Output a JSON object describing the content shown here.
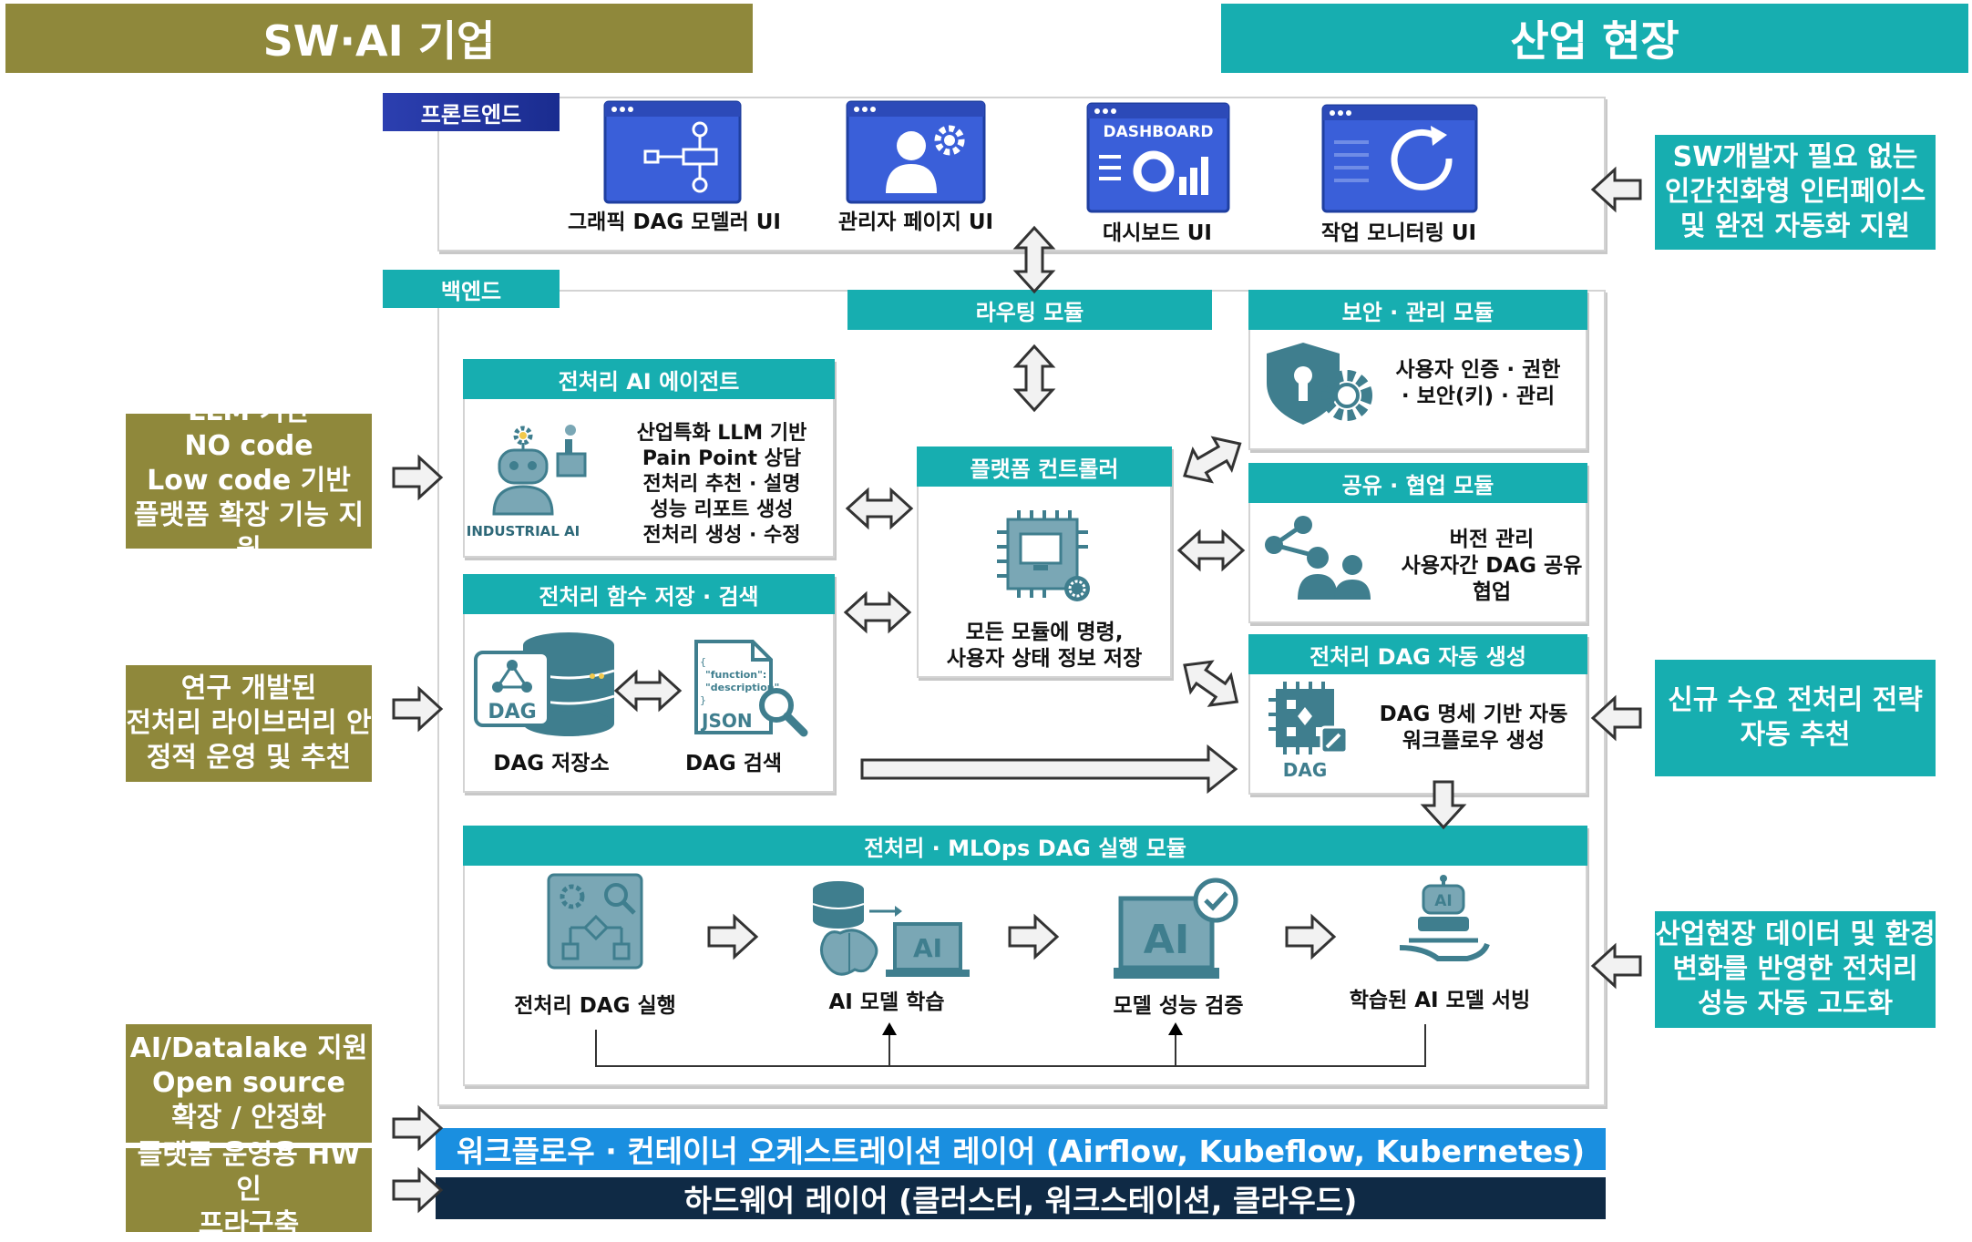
{
  "headers": {
    "left": "SW·AI 기업",
    "right": "산업 현장"
  },
  "frontend": {
    "tag": "프론트엔드",
    "items": [
      {
        "label": "그래픽 DAG 모델러 UI"
      },
      {
        "label": "관리자 페이지 UI"
      },
      {
        "label": "대시보드 UI",
        "screen_text": "DASHBOARD"
      },
      {
        "label": "작업 모니터링 UI"
      }
    ]
  },
  "backend": {
    "tag": "백엔드",
    "routing": "라우팅 모듈",
    "security": {
      "title": "보안 · 관리 모듈",
      "text": "사용자 인증 · 권한\n· 보안(키) · 관리"
    },
    "sharing": {
      "title": "공유 · 협업 모듈",
      "text": "버전 관리\n사용자간 DAG 공유\n협업"
    },
    "dag_gen": {
      "title": "전처리 DAG 자동 생성",
      "text": "DAG 명세 기반 자동\n워크플로우 생성",
      "icon_text": "DAG"
    },
    "ai_agent": {
      "title": "전처리 AI 에이전트",
      "text": "산업특화 LLM 기반\nPain Point 상담\n전처리 추천 · 설명\n성능 리포트 생성\n전처리 생성 · 수정",
      "icon_text": "INDUSTRIAL AI"
    },
    "controller": {
      "title": "플랫폼 컨트롤러",
      "text": "모든 모듈에 명령,\n사용자 상태 정보 저장"
    },
    "func_store": {
      "title": "전처리 함수 저장 · 검색",
      "store_label": "DAG 저장소",
      "search_label": "DAG 검색",
      "db_text": "DAG",
      "doc_text1": "\"function\":",
      "doc_text2": "\"description\"",
      "doc_text3": "JSON"
    },
    "mlops": {
      "title": "전처리 · MLOps DAG 실행 모듈",
      "steps": [
        {
          "label": "전처리 DAG 실행"
        },
        {
          "label": "AI 모델 학습",
          "icon_text": "AI"
        },
        {
          "label": "모델 성능 검증",
          "icon_text": "AI"
        },
        {
          "label": "학습된 AI 모델 서빙",
          "icon_text": "AI"
        }
      ]
    }
  },
  "left_notes": [
    "LLM 기반\nNO code\nLow code 기반\n플랫폼 확장 기능 지원",
    "연구 개발된\n전처리 라이브러리 안\n정적 운영 및 추천",
    "AI/Datalake 지원\nOpen source\n확장 / 안정화",
    "플랫폼 운영용 HW 인\n프라구축"
  ],
  "right_notes": [
    "SW개발자 필요 없는\n인간친화형 인터페이스\n및 완전 자동화 지원",
    "신규 수요 전처리 전략\n자동 추천",
    "산업현장 데이터 및 환경\n변화를 반영한 전처리\n성능 자동 고도화"
  ],
  "layers": {
    "workflow": "워크플로우 · 컨테이너 오케스트레이션 레이어 (Airflow, Kubeflow, Kubernetes)",
    "hardware": "하드웨어 레이어 (클러스터, 워크스테이션, 클라우드)"
  },
  "colors": {
    "olive": "#8f883b",
    "teal": "#17aeb0",
    "blue": "#3a5fd9",
    "workflow": "#1a8fe0",
    "hardware": "#0f2a45",
    "icon_teal": "#3f7e8e"
  }
}
